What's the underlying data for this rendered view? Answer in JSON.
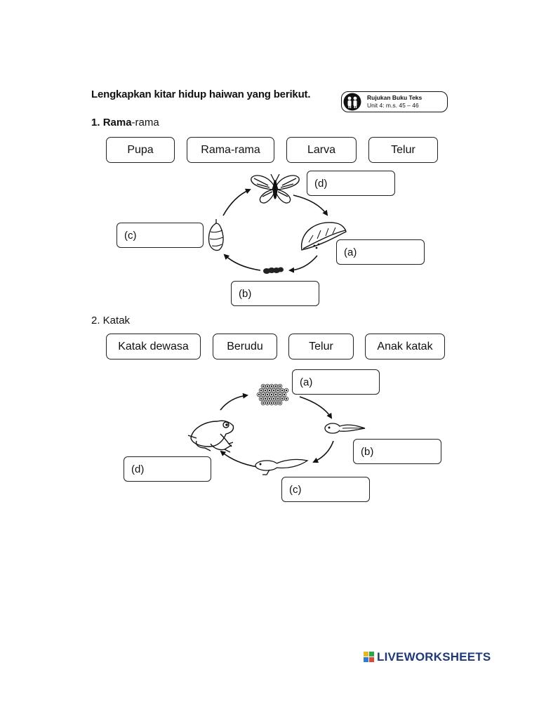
{
  "instruction": "Lengkapkan kitar hidup haiwan yang berikut.",
  "reference": {
    "line1": "Rujukan Buku Teks",
    "line2": "Unit 4: m.s. 45 – 46"
  },
  "section1": {
    "number": "1.",
    "title_bold": "Rama",
    "title_rest": "-rama",
    "options": [
      "Pupa",
      "Rama-rama",
      "Larva",
      "Telur"
    ],
    "blanks": {
      "a": "(a)",
      "b": "(b)",
      "c": "(c)",
      "d": "(d)"
    }
  },
  "section2": {
    "title": "2. Katak",
    "options": [
      "Katak dewasa",
      "Berudu",
      "Telur",
      "Anak katak"
    ],
    "blanks": {
      "a": "(a)",
      "b": "(b)",
      "c": "(c)",
      "d": "(d)"
    }
  },
  "footer": {
    "brand": "LIVEWORKSHEETS"
  },
  "icons": [
    "people-icon",
    "butterfly-icon",
    "leaf-eggs-icon",
    "caterpillar-icon",
    "chrysalis-icon",
    "frog-spawn-icon",
    "tadpole-icon",
    "froglet-icon",
    "adult-frog-icon",
    "liveworksheets-logo-icon"
  ]
}
